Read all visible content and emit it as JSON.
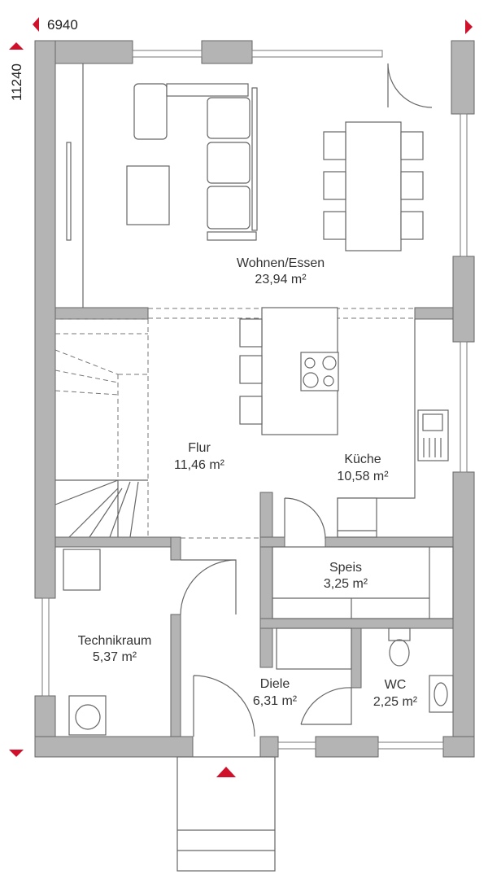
{
  "dimensions": {
    "width": "6940",
    "depth": "11240"
  },
  "rooms": [
    {
      "name": "Wohnen/Essen",
      "area": "23,94 m²"
    },
    {
      "name": "Flur",
      "area": "11,46 m²"
    },
    {
      "name": "Küche",
      "area": "10,58 m²"
    },
    {
      "name": "Speis",
      "area": "3,25 m²"
    },
    {
      "name": "Technikraum",
      "area": "5,37 m²"
    },
    {
      "name": "Diele",
      "area": "6,31 m²"
    },
    {
      "name": "WC",
      "area": "2,25 m²"
    }
  ],
  "colors": {
    "accent": "#d0112b",
    "wall": "#b4b4b4",
    "line": "#666666"
  }
}
